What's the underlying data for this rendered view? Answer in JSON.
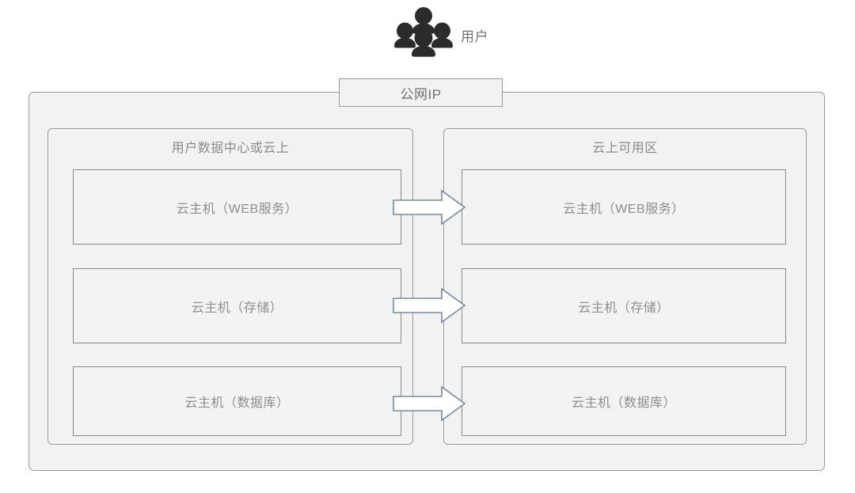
{
  "users": {
    "icon": "users-group-icon",
    "label": "用户"
  },
  "public_ip": {
    "label": "公网IP"
  },
  "zones": [
    {
      "id": "left",
      "title": "用户数据中心或云上",
      "hosts": [
        {
          "label": "云主机（WEB服务）"
        },
        {
          "label": "云主机（存储）"
        },
        {
          "label": "云主机（数据库）"
        }
      ]
    },
    {
      "id": "right",
      "title": "云上可用区",
      "hosts": [
        {
          "label": "云主机（WEB服务）"
        },
        {
          "label": "云主机（存储）"
        },
        {
          "label": "云主机（数据库）"
        }
      ]
    }
  ],
  "arrows": [
    {
      "name": "replication-arrow-web",
      "direction": "right"
    },
    {
      "name": "replication-arrow-storage",
      "direction": "right"
    },
    {
      "name": "replication-arrow-database",
      "direction": "right"
    }
  ],
  "colors": {
    "panel_fill": "#f2f2f2",
    "panel_border": "#9a9a9a",
    "box_fill": "#f3f3f3",
    "box_border": "#888888",
    "text": "#8e8e8e",
    "icon": "#2b2b2b",
    "arrow_fill": "#ffffff",
    "arrow_border": "#7a8a99"
  }
}
